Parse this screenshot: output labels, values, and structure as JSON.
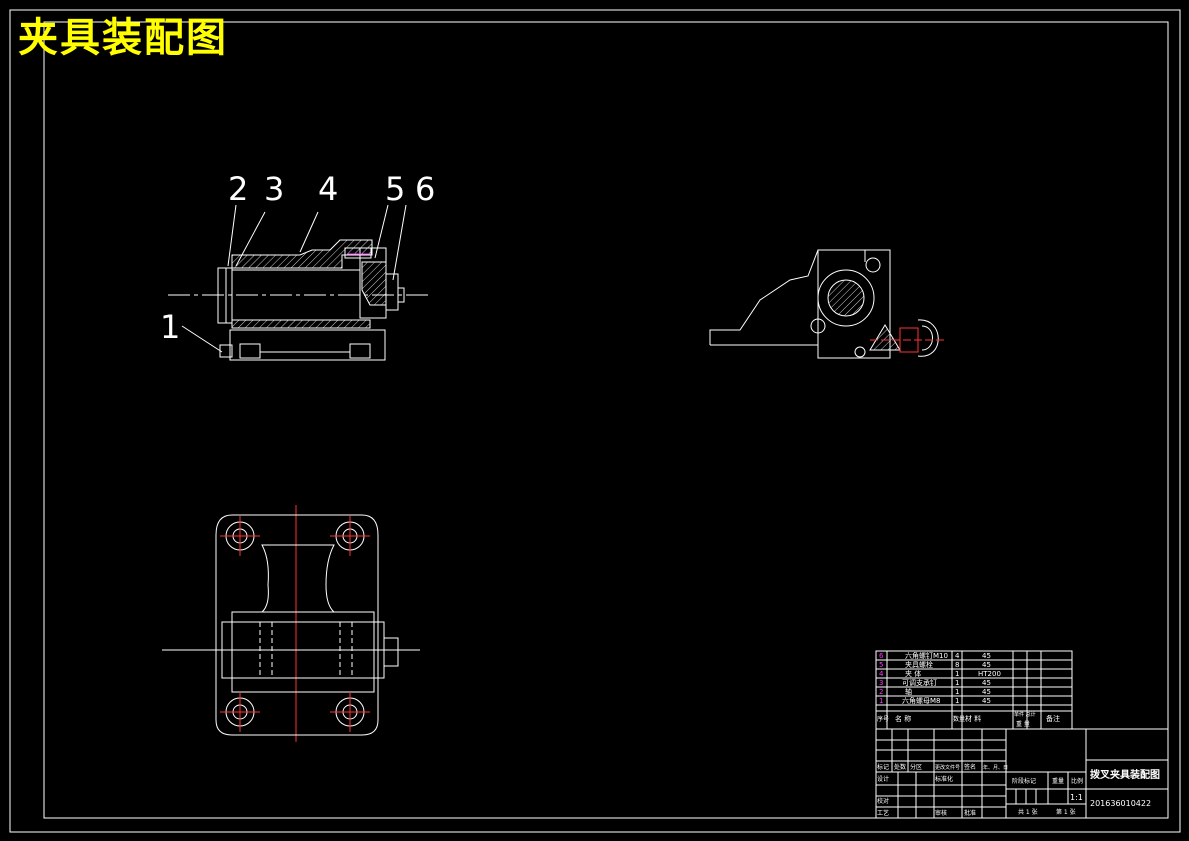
{
  "title": "夹具装配图",
  "callouts": [
    "1",
    "2",
    "3",
    "4",
    "5",
    "6"
  ],
  "parts_list": [
    {
      "no": "6",
      "name": "六角螺钉M10",
      "qty": "4",
      "material": "45"
    },
    {
      "no": "5",
      "name": "夹具螺栓",
      "qty": "8",
      "material": "45"
    },
    {
      "no": "4",
      "name": "夹  体",
      "qty": "1",
      "material": "HT200"
    },
    {
      "no": "3",
      "name": "可调支承钉",
      "qty": "1",
      "material": "45"
    },
    {
      "no": "2",
      "name": "轴",
      "qty": "1",
      "material": "45"
    },
    {
      "no": "1",
      "name": "六角螺母M8",
      "qty": "1",
      "material": "45"
    }
  ],
  "parts_header": {
    "no": "序号",
    "name": "名  称",
    "qty": "数量",
    "material": "材  料",
    "weight": "单件 总计",
    "weight2": "重  量",
    "remark": "备注"
  },
  "title_block": {
    "drawing_name": "拨叉夹具装配图",
    "drawing_no": "201636010422",
    "design": "设计",
    "check": "校对",
    "review": "审核",
    "process": "工艺",
    "approve": "批准",
    "standard": "标准化",
    "marks": "标记",
    "count": "处数",
    "zone": "分区",
    "change_doc": "更改文件号",
    "sign": "签名",
    "date": "年、月、日",
    "stage": "阶段标记",
    "weight": "重量",
    "scale_label": "比例",
    "scale": "1:1",
    "sheets": "共 1 张",
    "sheet": "第 1 张"
  }
}
